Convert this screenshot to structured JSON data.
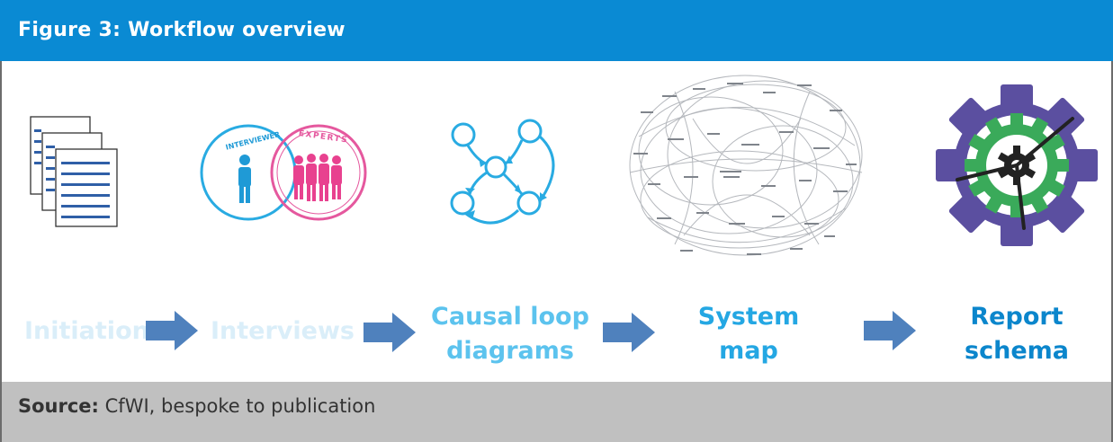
{
  "figure": {
    "title": "Figure 3: Workflow overview",
    "accent_color": "#0a8ad3",
    "arrow_color": "#4f81bd"
  },
  "steps": [
    {
      "label": "Initiation",
      "color": "#daeef9",
      "icon": "documents-icon"
    },
    {
      "label": "Interviews",
      "color": "#daeef9",
      "icon": "interviewer-experts-icon"
    },
    {
      "label_line1": "Causal loop",
      "label_line2": "diagrams",
      "color": "#5cc3ee",
      "icon": "causal-loop-diagram-icon"
    },
    {
      "label_line1": "System",
      "label_line2": "map",
      "color": "#24a7e3",
      "icon": "system-map-image"
    },
    {
      "label_line1": "Report",
      "label_line2": "schema",
      "color": "#0b86cc",
      "icon": "gear-icon"
    }
  ],
  "interviews_badges": {
    "interviewer": "INTERVIEWER",
    "experts": "EXPERTS"
  },
  "source": {
    "label": "Source:",
    "text": "CfWI, bespoke to publication"
  }
}
